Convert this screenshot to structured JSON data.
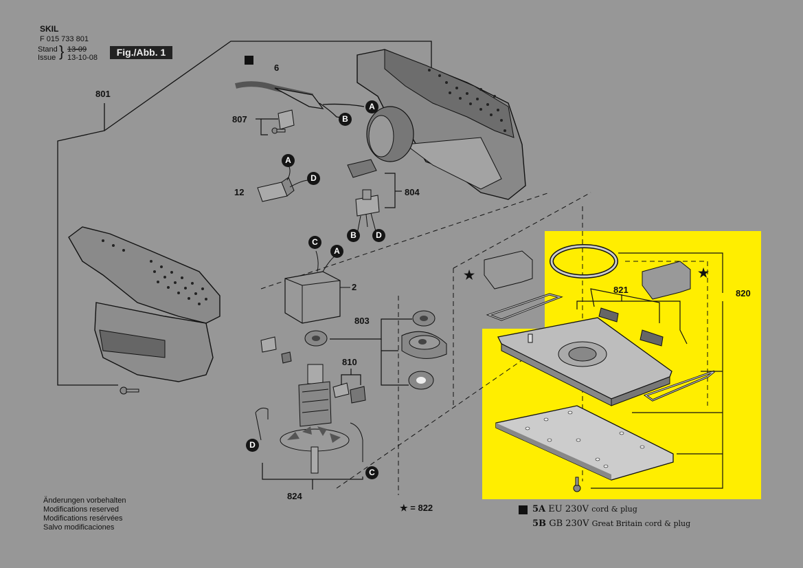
{
  "header": {
    "brand": "SKIL",
    "part_number": "F 015 733 801",
    "stand_label": "Stand",
    "issue_label": "Issue",
    "stand_value": "13-09",
    "issue_value": "13-10-08",
    "fig_label": "Fig./Abb. 1"
  },
  "parts": {
    "p801": "801",
    "p6": "6",
    "p807": "807",
    "p12": "12",
    "p804": "804",
    "p2": "2",
    "p803": "803",
    "p810": "810",
    "p824": "824",
    "p821": "821",
    "p820": "820",
    "star_822": "★ = 822"
  },
  "connectors": {
    "a": "A",
    "b": "B",
    "c": "C",
    "d": "D"
  },
  "footer_notes": [
    "Änderungen vorbehalten",
    "Modifications reserved",
    "Modifications resérvées",
    "Salvo modificaciones"
  ],
  "legend": {
    "row1_code": "5A",
    "row1_text": "EU 230V",
    "row1_small": "cord & plug",
    "row2_code": "5B",
    "row2_text": "GB 230V",
    "row2_small": "Great Britain cord & plug"
  },
  "colors": {
    "background": "#979797",
    "highlight": "#ffee00",
    "ink": "#111111"
  }
}
